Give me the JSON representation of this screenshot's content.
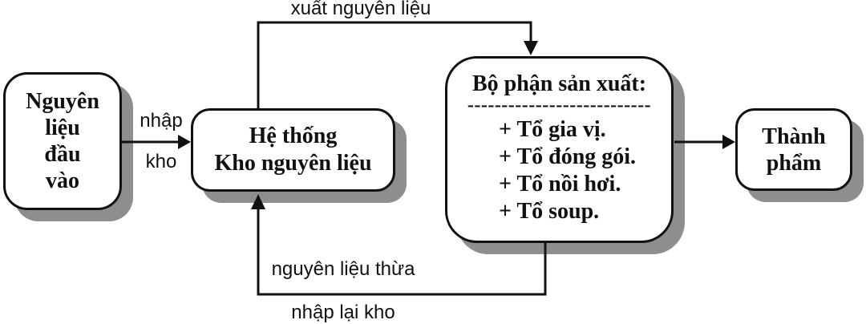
{
  "nodes": {
    "input": {
      "lines": [
        "Nguyên",
        "liệu",
        "đầu",
        "vào"
      ]
    },
    "warehouse": {
      "lines": [
        "Hệ thống",
        "Kho nguyên liệu"
      ]
    },
    "production": {
      "title": "Bộ phận sản xuất:",
      "divider": "---------------------------",
      "items": [
        "+ Tổ gia vị.",
        "+ Tổ đóng gói.",
        "+ Tổ nồi hơi.",
        "+ Tổ soup."
      ]
    },
    "finished": {
      "lines": [
        "Thành",
        "phẩm"
      ]
    }
  },
  "edges": {
    "nhap_kho": {
      "label_line1": "nhập",
      "label_line2": "kho"
    },
    "xuat_nguyen_lieu": {
      "label": "xuất nguyên liệu"
    },
    "return_flow": {
      "label_line1": "nguyên liệu thừa",
      "label_line2": "nhập lại kho"
    }
  },
  "colors": {
    "line": "#111111",
    "node_fill": "#ffffff",
    "shadow": "#8e8e8e",
    "background": "#ffffff"
  }
}
